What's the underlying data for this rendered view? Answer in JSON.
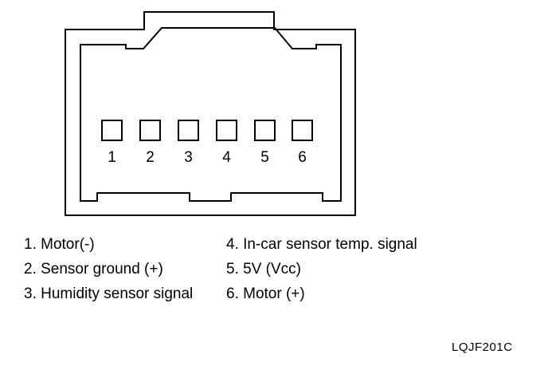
{
  "connector": {
    "pins": [
      "1",
      "2",
      "3",
      "4",
      "5",
      "6"
    ]
  },
  "legend": {
    "left": [
      "1. Motor(-)",
      "2. Sensor ground (+)",
      "3. Humidity sensor signal"
    ],
    "right": [
      "4. In-car sensor temp. signal",
      "5. 5V (Vcc)",
      "6. Motor (+)"
    ]
  },
  "reference_code": "LQJF201C",
  "colors": {
    "line": "#000000",
    "background": "#ffffff"
  }
}
